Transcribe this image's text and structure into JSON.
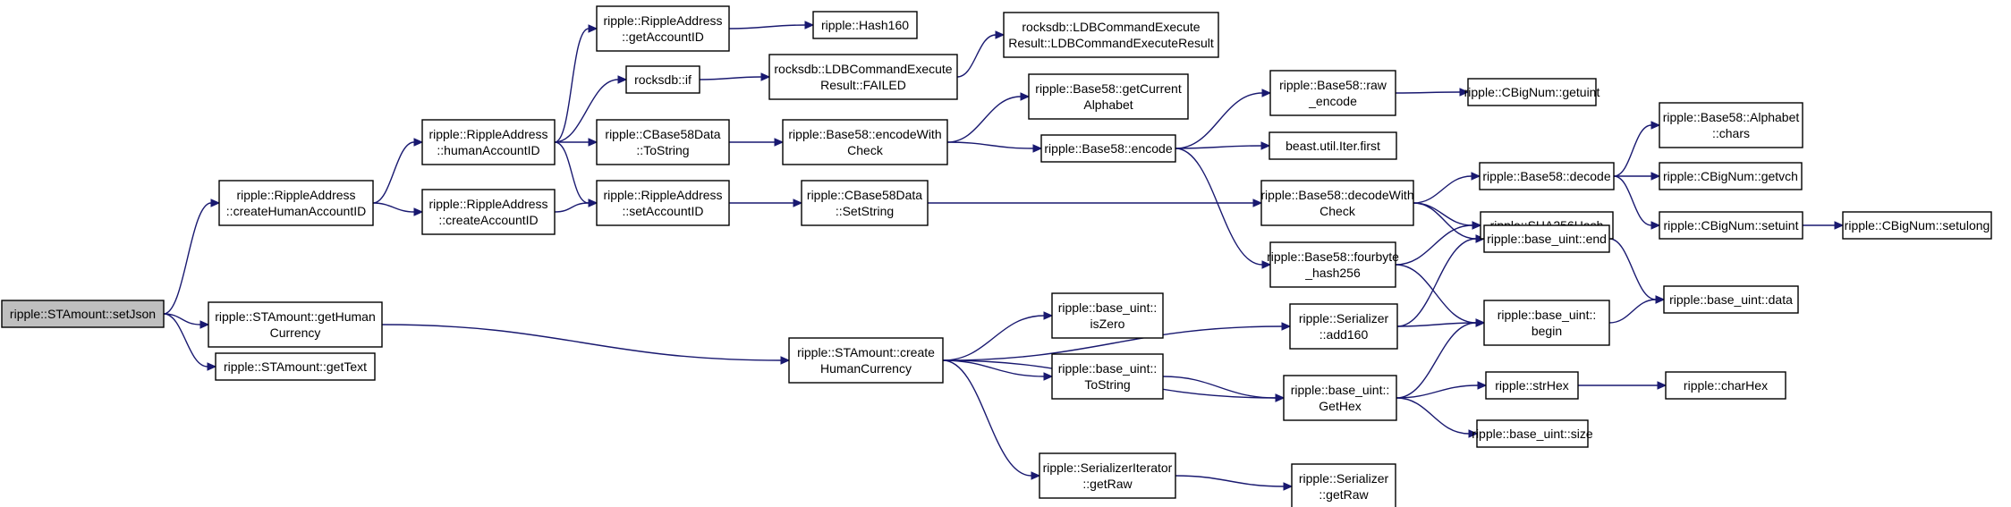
{
  "diagram": {
    "type": "call-graph",
    "colors": {
      "edge": "#191970",
      "node_border": "#000000",
      "root_fill": "#bfbfbf",
      "node_fill": "#ffffff"
    },
    "nodes": [
      {
        "id": "n0",
        "lines": [
          "ripple::STAmount::setJson"
        ],
        "root": true
      },
      {
        "id": "n1",
        "lines": [
          "ripple::RippleAddress",
          "::createHumanAccountID"
        ]
      },
      {
        "id": "n2",
        "lines": [
          "ripple::STAmount::getHuman",
          "Currency"
        ]
      },
      {
        "id": "n3",
        "lines": [
          "ripple::STAmount::getText"
        ]
      },
      {
        "id": "n4",
        "lines": [
          "ripple::RippleAddress",
          "::humanAccountID"
        ]
      },
      {
        "id": "n5",
        "lines": [
          "ripple::RippleAddress",
          "::createAccountID"
        ]
      },
      {
        "id": "n6",
        "lines": [
          "ripple::RippleAddress",
          "::getAccountID"
        ]
      },
      {
        "id": "n7",
        "lines": [
          "rocksdb::if"
        ]
      },
      {
        "id": "n8",
        "lines": [
          "ripple::CBase58Data",
          "::ToString"
        ]
      },
      {
        "id": "n9",
        "lines": [
          "ripple::RippleAddress",
          "::setAccountID"
        ]
      },
      {
        "id": "n10",
        "lines": [
          "ripple::Hash160"
        ]
      },
      {
        "id": "n11",
        "lines": [
          "rocksdb::LDBCommandExecute",
          "Result::FAILED"
        ]
      },
      {
        "id": "n12",
        "lines": [
          "ripple::Base58::encodeWith",
          "Check"
        ]
      },
      {
        "id": "n13",
        "lines": [
          "ripple::CBase58Data",
          "::SetString"
        ]
      },
      {
        "id": "n14",
        "lines": [
          "rocksdb::LDBCommandExecute",
          "Result::LDBCommandExecuteResult"
        ]
      },
      {
        "id": "n15",
        "lines": [
          "ripple::Base58::getCurrent",
          "Alphabet"
        ]
      },
      {
        "id": "n16",
        "lines": [
          "ripple::Base58::encode"
        ]
      },
      {
        "id": "n17",
        "lines": [
          "ripple::Base58::raw",
          "_encode"
        ]
      },
      {
        "id": "n18",
        "lines": [
          "beast.util.Iter.first"
        ]
      },
      {
        "id": "n19",
        "lines": [
          "ripple::Base58::decodeWith",
          "Check"
        ]
      },
      {
        "id": "n20",
        "lines": [
          "ripple::Base58::fourbyte",
          "_hash256"
        ]
      },
      {
        "id": "n21",
        "lines": [
          "ripple::CBigNum::getuint"
        ]
      },
      {
        "id": "n22",
        "lines": [
          "ripple::Base58::decode"
        ]
      },
      {
        "id": "n23",
        "lines": [
          "ripple::SHA256Hash"
        ]
      },
      {
        "id": "n24",
        "lines": [
          "ripple::base_uint::end"
        ]
      },
      {
        "id": "n25",
        "lines": [
          "ripple::base_uint::",
          "begin"
        ]
      },
      {
        "id": "n26",
        "lines": [
          "ripple::Base58::Alphabet",
          "::chars"
        ]
      },
      {
        "id": "n27",
        "lines": [
          "ripple::CBigNum::getvch"
        ]
      },
      {
        "id": "n28",
        "lines": [
          "ripple::CBigNum::setuint"
        ]
      },
      {
        "id": "n29",
        "lines": [
          "ripple::CBigNum::setulong"
        ]
      },
      {
        "id": "n30",
        "lines": [
          "ripple::base_uint::data"
        ]
      },
      {
        "id": "n31",
        "lines": [
          "ripple::STAmount::create",
          "HumanCurrency"
        ]
      },
      {
        "id": "n32",
        "lines": [
          "ripple::base_uint::",
          "isZero"
        ]
      },
      {
        "id": "n33",
        "lines": [
          "ripple::base_uint::",
          "ToString"
        ]
      },
      {
        "id": "n34",
        "lines": [
          "ripple::SerializerIterator",
          "::getRaw"
        ]
      },
      {
        "id": "n35",
        "lines": [
          "ripple::Serializer",
          "::add160"
        ]
      },
      {
        "id": "n36",
        "lines": [
          "ripple::base_uint::",
          "GetHex"
        ]
      },
      {
        "id": "n37",
        "lines": [
          "ripple::Serializer",
          "::getRaw"
        ]
      },
      {
        "id": "n38",
        "lines": [
          "ripple::strHex"
        ]
      },
      {
        "id": "n39",
        "lines": [
          "ripple::base_uint::size"
        ]
      },
      {
        "id": "n40",
        "lines": [
          "ripple::charHex"
        ]
      }
    ],
    "edges": [
      [
        "n0",
        "n1"
      ],
      [
        "n0",
        "n2"
      ],
      [
        "n0",
        "n3"
      ],
      [
        "n1",
        "n4"
      ],
      [
        "n1",
        "n5"
      ],
      [
        "n4",
        "n6"
      ],
      [
        "n4",
        "n7"
      ],
      [
        "n4",
        "n8"
      ],
      [
        "n4",
        "n9"
      ],
      [
        "n5",
        "n9"
      ],
      [
        "n6",
        "n10"
      ],
      [
        "n7",
        "n11"
      ],
      [
        "n11",
        "n14"
      ],
      [
        "n8",
        "n12"
      ],
      [
        "n9",
        "n13"
      ],
      [
        "n12",
        "n15"
      ],
      [
        "n12",
        "n16"
      ],
      [
        "n16",
        "n17"
      ],
      [
        "n16",
        "n18"
      ],
      [
        "n16",
        "n20"
      ],
      [
        "n17",
        "n21"
      ],
      [
        "n13",
        "n19"
      ],
      [
        "n19",
        "n22"
      ],
      [
        "n19",
        "n23"
      ],
      [
        "n19",
        "n24"
      ],
      [
        "n20",
        "n23"
      ],
      [
        "n20",
        "n25"
      ],
      [
        "n22",
        "n26"
      ],
      [
        "n22",
        "n27"
      ],
      [
        "n22",
        "n28"
      ],
      [
        "n28",
        "n29"
      ],
      [
        "n24",
        "n30"
      ],
      [
        "n25",
        "n30"
      ],
      [
        "n2",
        "n31"
      ],
      [
        "n31",
        "n35"
      ],
      [
        "n31",
        "n32"
      ],
      [
        "n31",
        "n33"
      ],
      [
        "n31",
        "n36"
      ],
      [
        "n31",
        "n34"
      ],
      [
        "n35",
        "n24"
      ],
      [
        "n35",
        "n25"
      ],
      [
        "n33",
        "n36"
      ],
      [
        "n36",
        "n25"
      ],
      [
        "n36",
        "n38"
      ],
      [
        "n36",
        "n39"
      ],
      [
        "n38",
        "n40"
      ],
      [
        "n34",
        "n37"
      ]
    ]
  }
}
